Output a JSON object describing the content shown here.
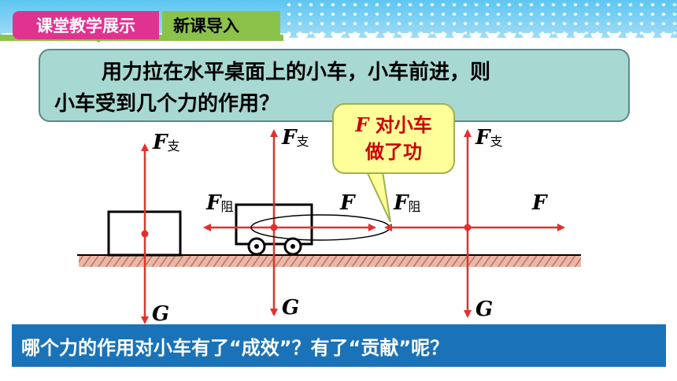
{
  "header": {
    "section_label": "课堂教学展示",
    "subsection_label": "新课导入"
  },
  "question": {
    "text_line1": "用力拉在水平桌面上的小车，小车前进，则",
    "text_line2": "小车受到几个力的作用？"
  },
  "callout": {
    "force_symbol": "F",
    "line1_rest": " 对小车",
    "line2": "做了功"
  },
  "diagram": {
    "panels": [
      {
        "name": "block",
        "labels": {
          "support": "F",
          "support_sub": "支",
          "gravity": "G"
        }
      },
      {
        "name": "cart",
        "labels": {
          "support": "F",
          "support_sub": "支",
          "gravity": "G",
          "friction": "F",
          "friction_sub": "阻",
          "pull": "F"
        }
      },
      {
        "name": "point",
        "labels": {
          "support": "F",
          "support_sub": "支",
          "gravity": "G",
          "friction": "F",
          "friction_sub": "阻",
          "pull": "F"
        }
      }
    ],
    "colors": {
      "force_arrow": "#e2312d",
      "outline": "#000000",
      "ground_hatch": "#c97c6a",
      "ellipse": "#000000"
    }
  },
  "footer": {
    "text": "哪个力的作用对小车有了“成效”？有了“贡献”呢？"
  },
  "colors": {
    "pink_tag": "#e0338f",
    "green_tag": "#8bc34a",
    "question_bg": "#a8d8d2",
    "callout_bg": "#ffff99",
    "callout_text": "#cc0000",
    "footer_bg": "#1a73b8"
  }
}
